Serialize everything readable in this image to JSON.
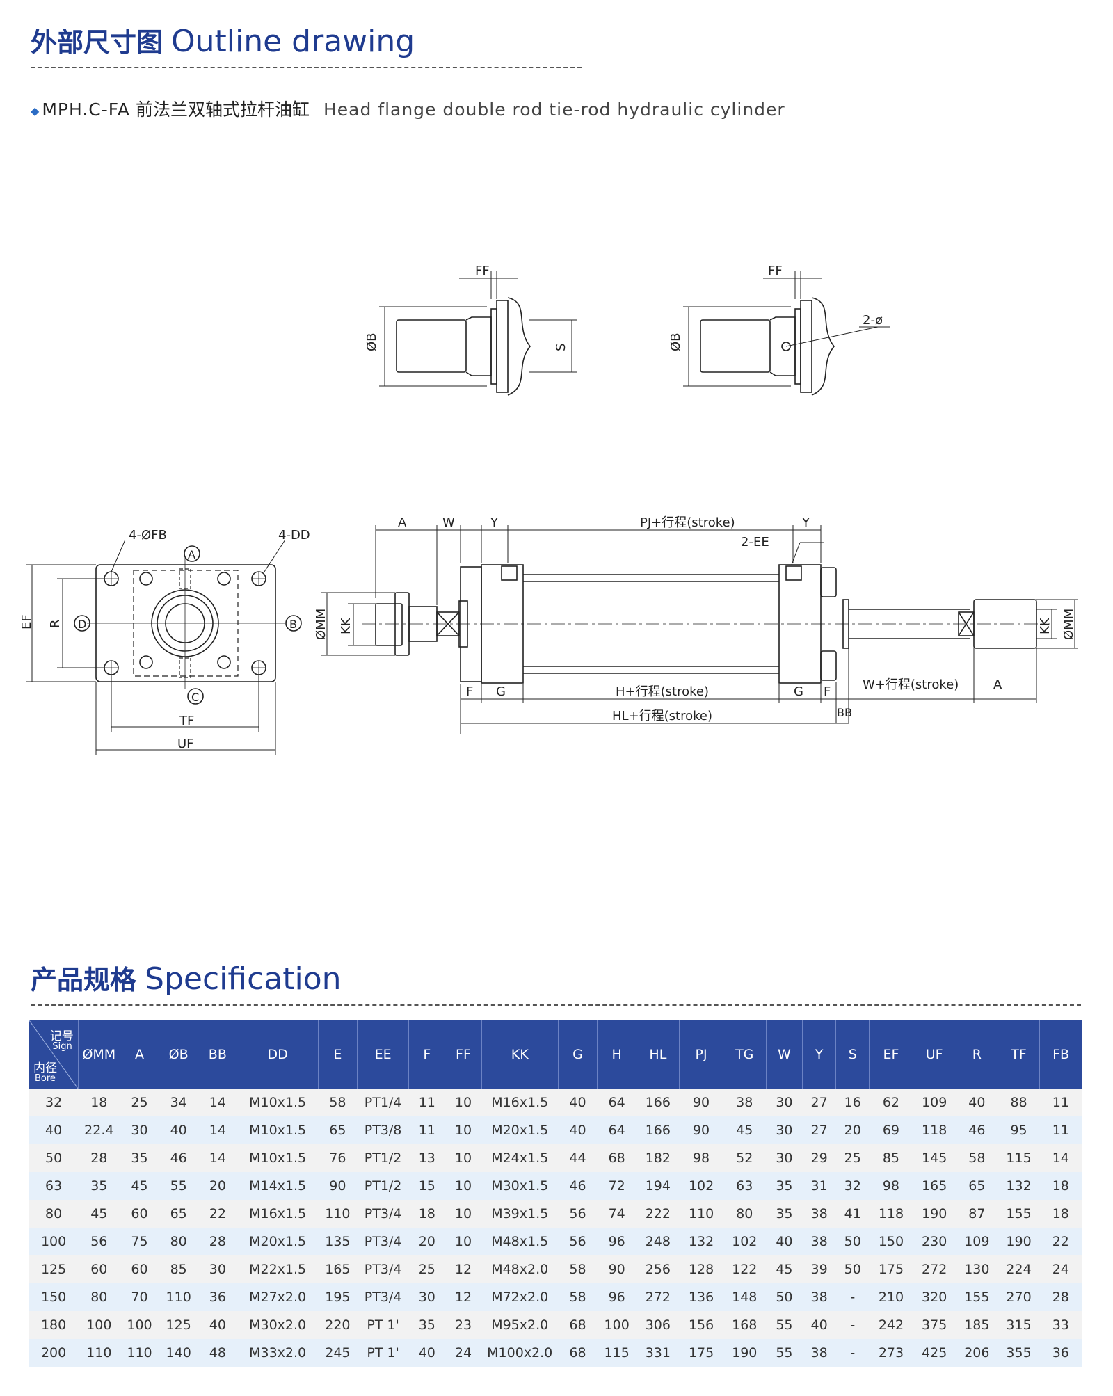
{
  "outline": {
    "title_cn": "外部尺寸图",
    "title_en": "Outline drawing",
    "model": "MPH.C-FA",
    "model_cn": "前法兰双轴式拉杆油缸",
    "model_en": "Head flange double rod tie-rod hydraulic cylinder"
  },
  "drawing_labels": {
    "ff": "FF",
    "b": "ØB",
    "s": "S",
    "hole": "2-ø",
    "fb": "4-ØFB",
    "dd": "4-DD",
    "a_circle": "A",
    "b_circle": "B",
    "c_circle": "C",
    "d_circle": "D",
    "ef": "EF",
    "r": "R",
    "tf": "TF",
    "uf": "UF",
    "a": "A",
    "w": "W",
    "y": "Y",
    "pj": "PJ+行程(stroke)",
    "ee": "2-EE",
    "mm": "ØMM",
    "kk": "KK",
    "f": "F",
    "g": "G",
    "h": "H+行程(stroke)",
    "hl": "HL+行程(stroke)",
    "w_stroke": "W+行程(stroke)",
    "bb": "BB"
  },
  "spec": {
    "title_cn": "产品规格",
    "title_en": "Specification",
    "corner": {
      "sign_cn": "记号",
      "sign_en": "Sign",
      "bore_cn": "内径",
      "bore_en": "Bore"
    },
    "columns": [
      "ØMM",
      "A",
      "ØB",
      "BB",
      "DD",
      "E",
      "EE",
      "F",
      "FF",
      "KK",
      "G",
      "H",
      "HL",
      "PJ",
      "TG",
      "W",
      "Y",
      "S",
      "EF",
      "UF",
      "R",
      "TF",
      "FB"
    ],
    "rows": [
      [
        "32",
        "18",
        "25",
        "34",
        "14",
        "M10x1.5",
        "58",
        "PT1/4",
        "11",
        "10",
        "M16x1.5",
        "40",
        "64",
        "166",
        "90",
        "38",
        "30",
        "27",
        "16",
        "62",
        "109",
        "40",
        "88",
        "11"
      ],
      [
        "40",
        "22.4",
        "30",
        "40",
        "14",
        "M10x1.5",
        "65",
        "PT3/8",
        "11",
        "10",
        "M20x1.5",
        "40",
        "64",
        "166",
        "90",
        "45",
        "30",
        "27",
        "20",
        "69",
        "118",
        "46",
        "95",
        "11"
      ],
      [
        "50",
        "28",
        "35",
        "46",
        "14",
        "M10x1.5",
        "76",
        "PT1/2",
        "13",
        "10",
        "M24x1.5",
        "44",
        "68",
        "182",
        "98",
        "52",
        "30",
        "29",
        "25",
        "85",
        "145",
        "58",
        "115",
        "14"
      ],
      [
        "63",
        "35",
        "45",
        "55",
        "20",
        "M14x1.5",
        "90",
        "PT1/2",
        "15",
        "10",
        "M30x1.5",
        "46",
        "72",
        "194",
        "102",
        "63",
        "35",
        "31",
        "32",
        "98",
        "165",
        "65",
        "132",
        "18"
      ],
      [
        "80",
        "45",
        "60",
        "65",
        "22",
        "M16x1.5",
        "110",
        "PT3/4",
        "18",
        "10",
        "M39x1.5",
        "56",
        "74",
        "222",
        "110",
        "80",
        "35",
        "38",
        "41",
        "118",
        "190",
        "87",
        "155",
        "18"
      ],
      [
        "100",
        "56",
        "75",
        "80",
        "28",
        "M20x1.5",
        "135",
        "PT3/4",
        "20",
        "10",
        "M48x1.5",
        "56",
        "96",
        "248",
        "132",
        "102",
        "40",
        "38",
        "50",
        "150",
        "230",
        "109",
        "190",
        "22"
      ],
      [
        "125",
        "60",
        "60",
        "85",
        "30",
        "M22x1.5",
        "165",
        "PT3/4",
        "25",
        "12",
        "M48x2.0",
        "58",
        "90",
        "256",
        "128",
        "122",
        "45",
        "39",
        "50",
        "175",
        "272",
        "130",
        "224",
        "24"
      ],
      [
        "150",
        "80",
        "70",
        "110",
        "36",
        "M27x2.0",
        "195",
        "PT3/4",
        "30",
        "12",
        "M72x2.0",
        "58",
        "96",
        "272",
        "136",
        "148",
        "50",
        "38",
        "-",
        "210",
        "320",
        "155",
        "270",
        "28"
      ],
      [
        "180",
        "100",
        "100",
        "125",
        "40",
        "M30x2.0",
        "220",
        "PT 1'",
        "35",
        "23",
        "M95x2.0",
        "68",
        "100",
        "306",
        "156",
        "168",
        "55",
        "40",
        "-",
        "242",
        "375",
        "185",
        "315",
        "33"
      ],
      [
        "200",
        "110",
        "110",
        "140",
        "48",
        "M33x2.0",
        "245",
        "PT 1'",
        "40",
        "24",
        "M100x2.0",
        "68",
        "115",
        "331",
        "175",
        "190",
        "55",
        "38",
        "-",
        "273",
        "425",
        "206",
        "355",
        "36"
      ]
    ]
  }
}
